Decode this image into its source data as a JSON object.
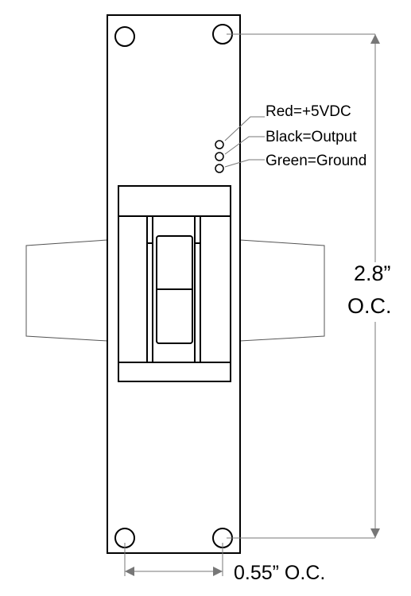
{
  "wire_labels": {
    "red": "Red=+5VDC",
    "black": "Black=Output",
    "green": "Green=Ground"
  },
  "dimensions": {
    "vertical_value": "2.8”",
    "vertical_unit": "O.C.",
    "horizontal": "0.55” O.C."
  }
}
